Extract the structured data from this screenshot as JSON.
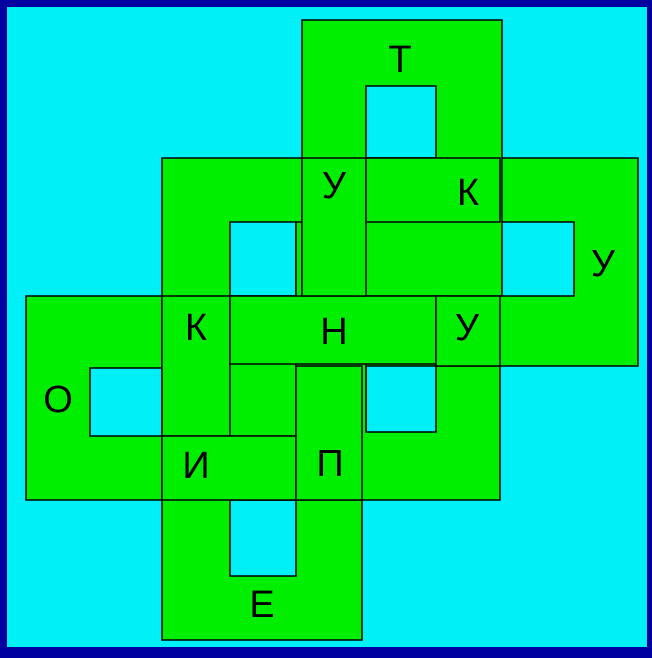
{
  "colors": {
    "frame": "#0000a0",
    "background": "#00f0f8",
    "band": "#00ee00",
    "outline": "#000000",
    "text": "#000000"
  },
  "letters": {
    "t_top": "Т",
    "u_upper": "У",
    "k_upper": "К",
    "u_right": "У",
    "k_left": "К",
    "n_center": "Н",
    "u_middle": "У",
    "o_left": "О",
    "i_lower": "И",
    "p_lower": "П",
    "e_bottom": "Е"
  }
}
